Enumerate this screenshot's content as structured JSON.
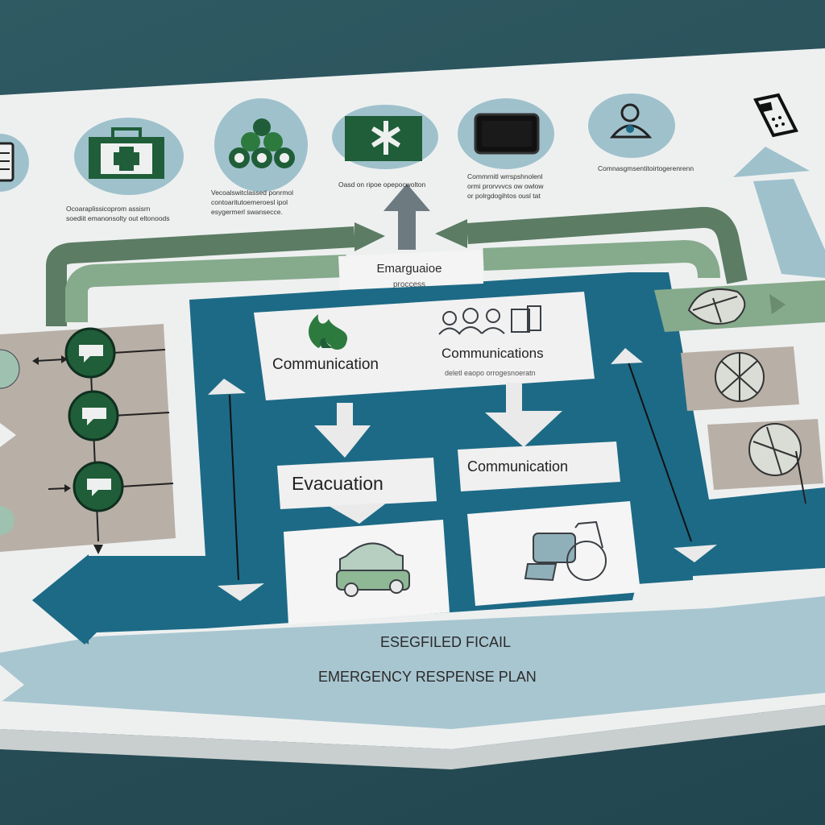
{
  "colors": {
    "background": "#2b535c",
    "paper": "#eef0f0",
    "deep_blue": "#1d6a86",
    "pale_blue": "#9fc1cc",
    "sage": "#86aa8c",
    "dark_sage": "#5c7c64",
    "taupe": "#b8afa6",
    "icon_green": "#1f5e38"
  },
  "top_icons": [
    {
      "icon": "phone-icon",
      "caption": [
        "",
        ""
      ]
    },
    {
      "icon": "first-aid-kit-icon",
      "caption": [
        "Ocoaraplissicoprom assisrn",
        "soediit emanonsolty out eltonoods"
      ]
    },
    {
      "icon": "group-of-responders-icon",
      "caption": [
        "Vecoalswitclassed ponrmol",
        "contoaritutoemeroesl ipol",
        "esygermerl swansecce."
      ]
    },
    {
      "icon": "medical-star-icon",
      "caption": [
        "Oasd on ripoe opepocwolton"
      ]
    },
    {
      "icon": "tablet-icon",
      "caption": [
        "Commrnitl wrrspshnolenl",
        "ormi prorvvvcs ow owlow",
        "or polrgdogihtos ousl tat"
      ]
    },
    {
      "icon": "person-alert-icon",
      "caption": [
        "Comnasgmsentitoirtogerenrenn"
      ]
    },
    {
      "icon": "mobile-phone-icon",
      "caption": []
    }
  ],
  "center_header": {
    "line1": "Emarguaioe",
    "line2": "proccess"
  },
  "comm_box": {
    "left_label": "Communication",
    "right_label": "Communications",
    "subtext": "deletl eaopo orrogesnoeratn"
  },
  "evacuation_label": "Evacuation",
  "communication_label": "Communication",
  "vehicle_icon": "car-icon",
  "wheelchair_icon": "wheelchair-icon",
  "fire_icon": "fire-icon",
  "people_icon": "people-icon",
  "footer": {
    "line1": "ESEGFILED FICAIL",
    "line2": "EMERGENCY RESPENSE PLAN"
  },
  "left_panel_nodes": [
    "chat-icon",
    "chat-icon",
    "chat-icon"
  ],
  "right_panel_icons": [
    "leaf-icon",
    "compass-icon",
    "compass-icon"
  ]
}
